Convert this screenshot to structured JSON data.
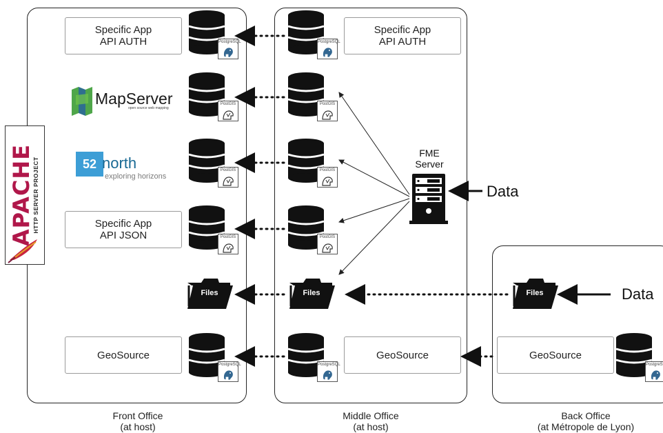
{
  "panels": {
    "front": {
      "caption_line1": "Front Office",
      "caption_line2": "(at host)"
    },
    "middle": {
      "caption_line1": "Middle Office",
      "caption_line2": "(at host)"
    },
    "back": {
      "caption_line1": "Back Office",
      "caption_line2": "(at Métropole de Lyon)"
    }
  },
  "boxes": {
    "front_auth": {
      "line1": "Specific App",
      "line2": "API AUTH"
    },
    "front_json": {
      "line1": "Specific App",
      "line2": "API JSON"
    },
    "front_geosource": {
      "label": "GeoSource"
    },
    "middle_auth": {
      "line1": "Specific App",
      "line2": "API AUTH"
    },
    "middle_geosource": {
      "label": "GeoSource"
    },
    "back_geosource": {
      "label": "GeoSource"
    }
  },
  "logos": {
    "apache_title": "APACHE",
    "apache_subtitle": "HTTP SERVER PROJECT",
    "mapserver_name": "MapServer",
    "mapserver_tagline": "open source web mapping",
    "north52_number": "52",
    "north52_name": "north",
    "north52_tagline": "exploring horizons"
  },
  "badges": {
    "postgresql": "PostgreSQL",
    "postgis": "PostGIS"
  },
  "folders": {
    "label": "Files"
  },
  "fme": {
    "line1": "FME",
    "line2": "Server"
  },
  "data_labels": {
    "fme_input": "Data",
    "back_input": "Data"
  },
  "icons": {
    "database": "database-icon",
    "postgresql": "postgresql-elephant-icon",
    "postgis": "postgis-icon",
    "folder": "folder-icon",
    "server": "server-icon"
  },
  "colors": {
    "db_fill": "#111111",
    "folder_fill": "#111111",
    "apache_red": "#b0174a",
    "mapserver_green": "#4fa64a",
    "north52_blue": "#3d9ed6"
  }
}
